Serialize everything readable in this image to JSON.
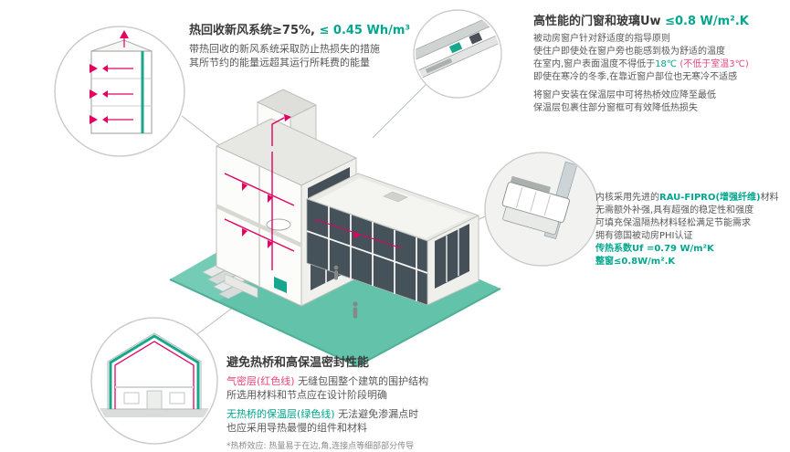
{
  "colors": {
    "accent_teal": "#00a78e",
    "accent_red": "#e8447c",
    "duct_red": "#e40063",
    "ground_teal": "#62c2aa",
    "window_dark": "#46525a"
  },
  "heat_recovery": {
    "title_black": "热回收新风系统≥75%, ",
    "title_teal": "≤ 0.45 Wh/m³",
    "desc_1": "带热回收的新风系统采取防止热损失的措施",
    "desc_2": "其所节约的能量远超其运行所耗费的能量"
  },
  "windows": {
    "title_black": "高性能的门窗和玻璃Uw ",
    "title_teal": "≤0.8 W/m².K",
    "line_1": "被动房窗户针对舒适度的指导原则",
    "line_2": "使住户即使处在窗户旁也能感到极为舒适的温度",
    "line_3a": "在室内,窗户表面温度不得低于",
    "line_3b": "18℃",
    "line_3c": " (不低于室温3℃)",
    "line_4": "即使在寒冷的冬季,在靠近窗户部位也无寒冷不适感",
    "line_5": "将窗户安装在保温层中可将热桥效应降至最低",
    "line_6": "保温层包裹住部分窗框可有效降低热损失"
  },
  "profile": {
    "line_1a": "内核采用先进的",
    "line_1b": "RAU-FIPRO(增强纤维)",
    "line_1c": "材料",
    "line_2": "无需额外补强,具有超强的稳定性和强度",
    "line_3": "可填充保温隔热材料轻松满足节能需求",
    "line_4": "拥有德国被动房PHI认证",
    "line_5": "传热系数Uf =0.79 W/m²K",
    "line_6": "整窗≤0.8W/m².K"
  },
  "thermal": {
    "title": "避免热桥和高保温密封性能",
    "line_1a": "气密层(红色线)",
    "line_1b": " 无缝包围整个建筑的围护结构",
    "line_2": "所选用材料和节点应在设计阶段明确",
    "line_3a": "无热桥的保温层(绿色线)",
    "line_3b": " 无法避免渗漏点时",
    "line_4": "也应采用导热最慢的组件和材料",
    "note": "*热桥效应: 热量易于在边,角,连接点等细部部分传导"
  }
}
